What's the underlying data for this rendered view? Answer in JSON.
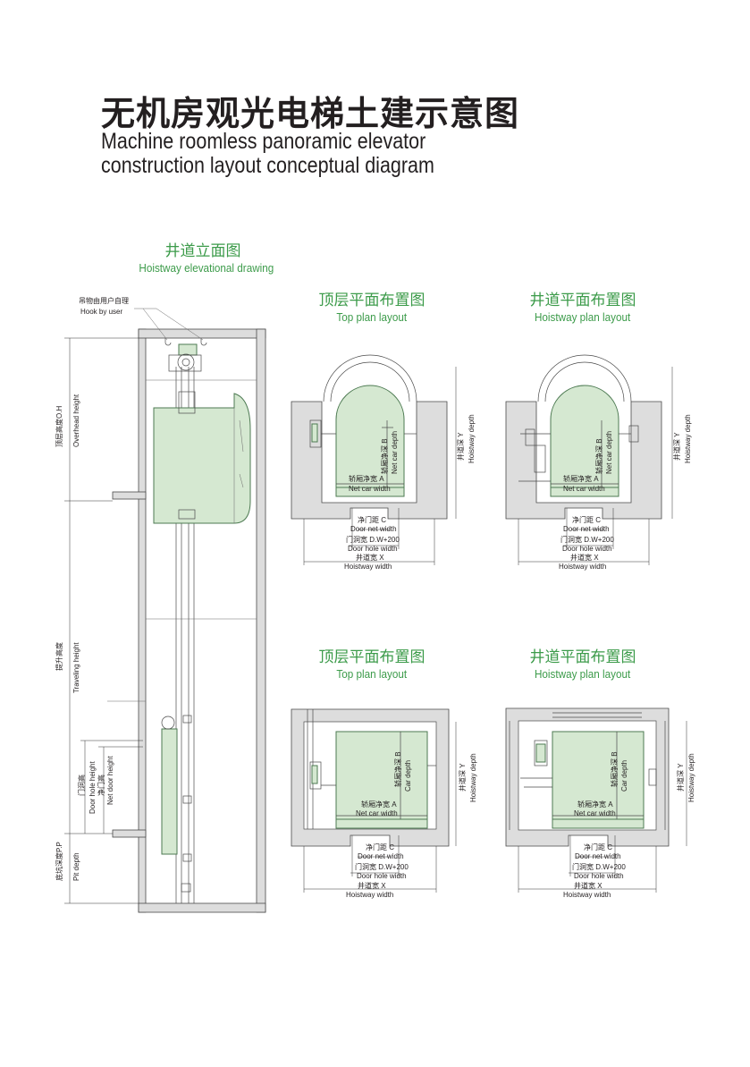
{
  "title": {
    "cn": "无机房观光电梯土建示意图",
    "en_line1": "Machine roomless panoramic elevator",
    "en_line2": "construction layout conceptual diagram"
  },
  "sections": {
    "elevation": {
      "cn": "井道立面图",
      "en": "Hoistway elevational drawing"
    },
    "top_plan_1": {
      "cn": "顶层平面布置图",
      "en": "Top plan layout"
    },
    "hoistway_plan_1": {
      "cn": "井道平面布置图",
      "en": "Hoistway plan layout"
    },
    "top_plan_2": {
      "cn": "顶层平面布置图",
      "en": "Top plan layout"
    },
    "hoistway_plan_2": {
      "cn": "井道平面布置图",
      "en": "Hoistway plan layout"
    }
  },
  "elevation_labels": {
    "hook_cn": "吊物由用户自理",
    "hook_en": "Hook by user",
    "overhead_cn": "顶层高度O.H",
    "overhead_en": "Overhead height",
    "travel_cn": "提升高度",
    "travel_en": "Traveling height",
    "door_hole_cn": "门洞高",
    "door_hole_en": "Door hole height",
    "net_door_cn": "净门高",
    "net_door_en": "Net door height",
    "pit_cn": "底坑深度P.P",
    "pit_en": "Pit depth"
  },
  "plan_labels": {
    "net_car_width_cn": "轿厢净宽 A",
    "net_car_width_en": "Net car width",
    "net_car_depth_cn": "轿厢净深 B",
    "net_car_depth_en": "Net car depth",
    "car_depth_cn": "轿厢净深 B",
    "car_depth_en": "Car depth",
    "hoistway_depth_cn": "井道深 Y",
    "hoistway_depth_en": "Hoistway depth",
    "door_net_width_cn": "净门距 C",
    "door_net_width_en": "Door net width",
    "door_hole_width_cn": "门洞宽 D.W+200",
    "door_hole_width_en": "Door hole width",
    "hoistway_width_cn": "井道宽 X",
    "hoistway_width_en": "Hoistway width"
  },
  "colors": {
    "car_fill": "#d5e8d1",
    "car_stroke": "#4d7a52",
    "wall_fill": "#dddddd",
    "heading_green": "#3c9b4a"
  }
}
